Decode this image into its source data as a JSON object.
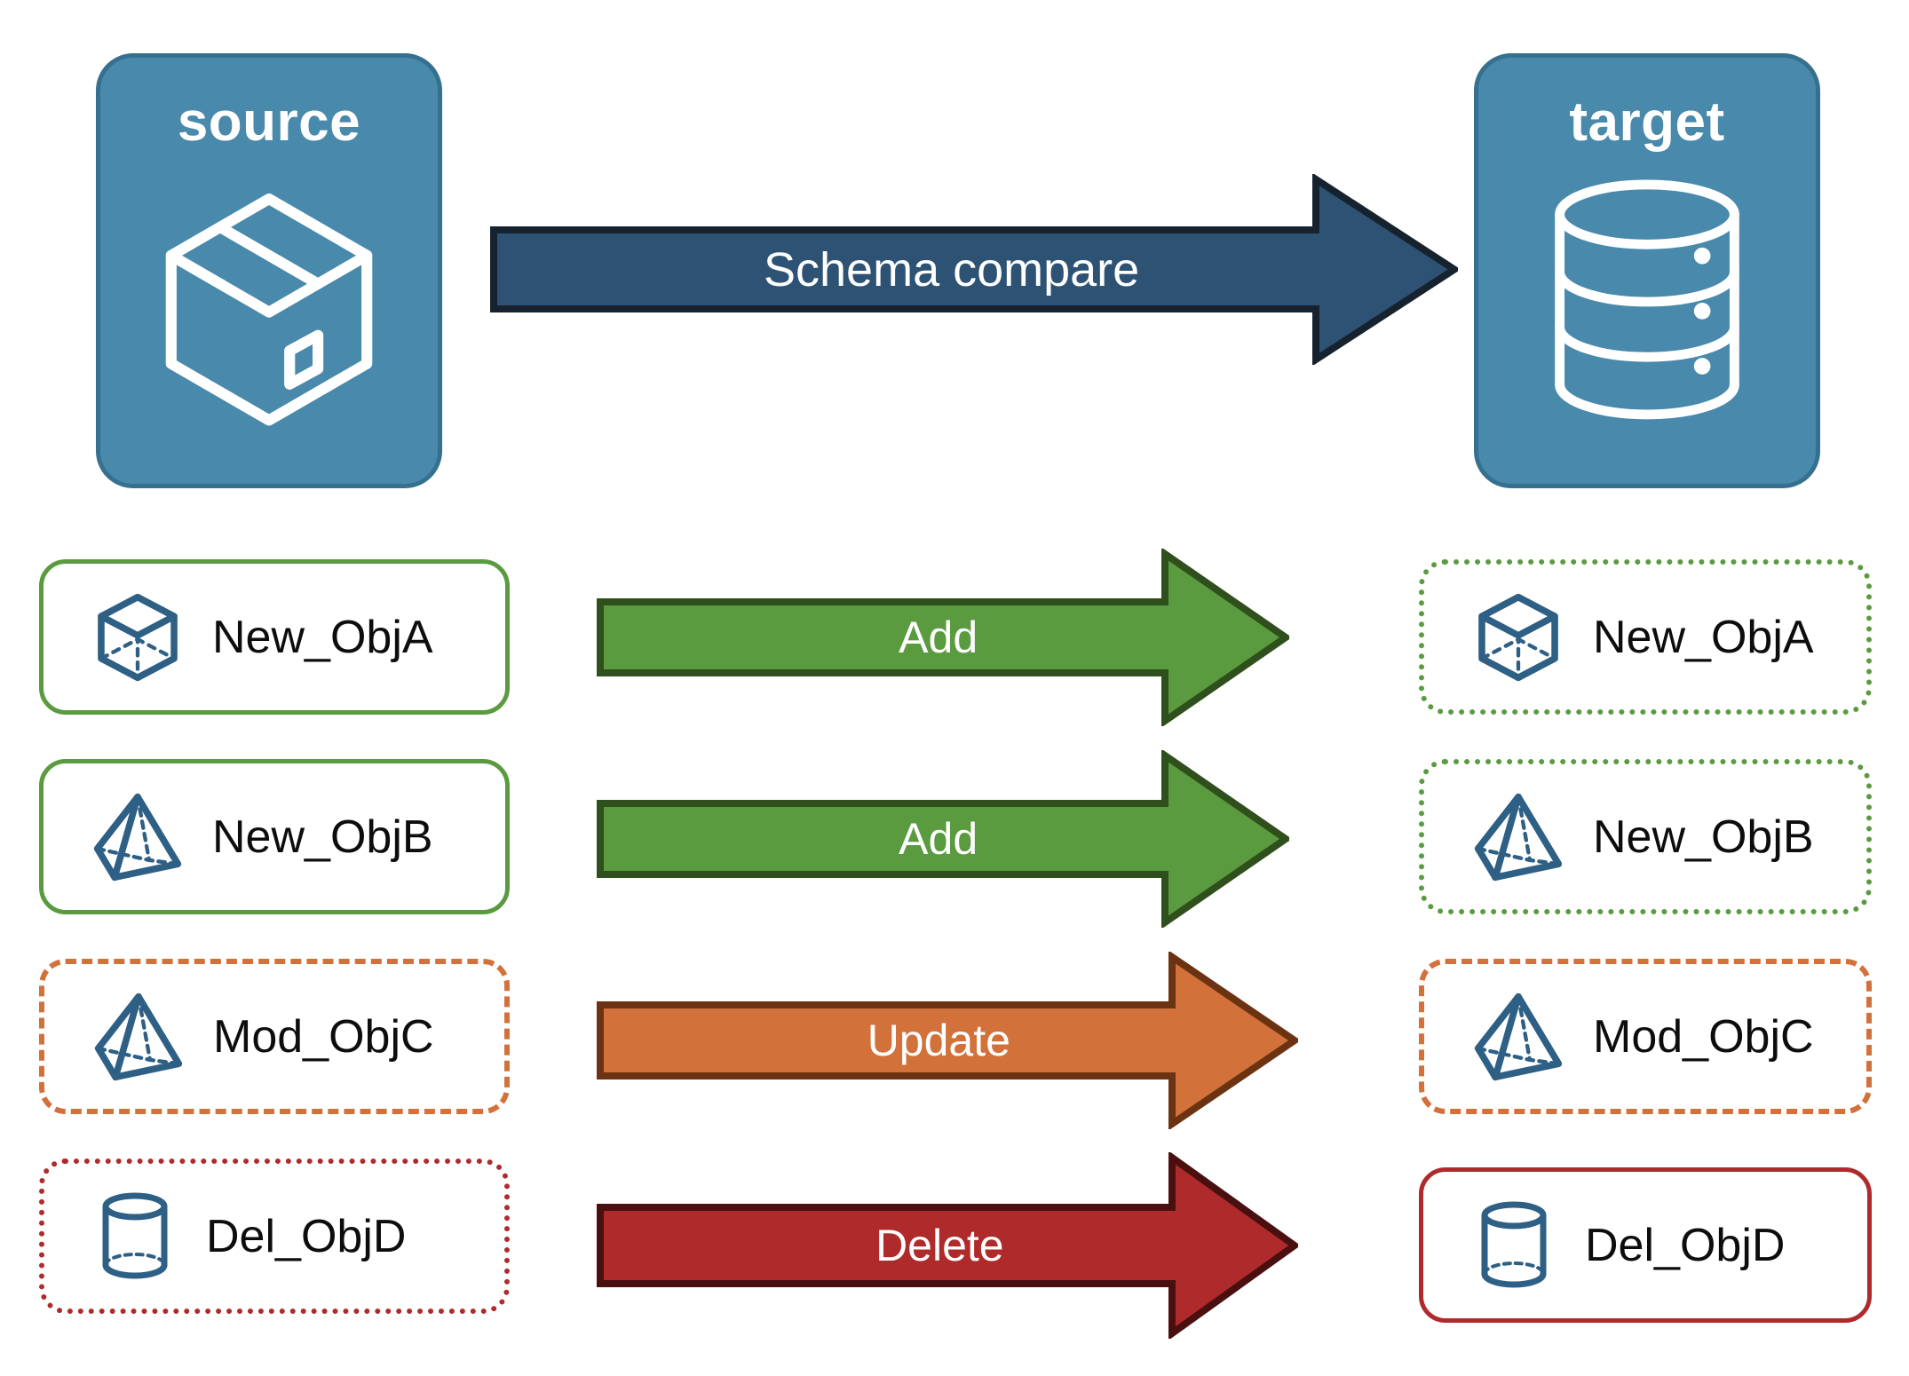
{
  "diagram": {
    "title_hidden": "",
    "endpoints": [
      {
        "id": "source",
        "label": "source",
        "icon": "box-package-icon"
      },
      {
        "id": "target",
        "label": "target",
        "icon": "database-cylinder-icon"
      }
    ],
    "main_arrow": {
      "label": "Schema compare",
      "color": "#2D5274",
      "outline": "#1B2A3A",
      "icon": "arrow-right-icon"
    },
    "rows": [
      {
        "action": "Add",
        "arrow_color": "#5B9B40",
        "arrow_outline": "#2F4F1C",
        "source": {
          "label": "New_ObjA",
          "icon": "cube-wireframe-icon",
          "border_style": "solid",
          "border_color": "#5B9B40"
        },
        "target": {
          "label": "New_ObjA",
          "icon": "cube-wireframe-icon",
          "border_style": "dotted",
          "border_color": "#5B9B40"
        }
      },
      {
        "action": "Add",
        "arrow_color": "#5B9B40",
        "arrow_outline": "#2F4F1C",
        "source": {
          "label": "New_ObjB",
          "icon": "pyramid-wireframe-icon",
          "border_style": "solid",
          "border_color": "#5B9B40"
        },
        "target": {
          "label": "New_ObjB",
          "icon": "pyramid-wireframe-icon",
          "border_style": "dotted",
          "border_color": "#5B9B40"
        }
      },
      {
        "action": "Update",
        "arrow_color": "#D2713A",
        "arrow_outline": "#6B3312",
        "source": {
          "label": "Mod_ObjC",
          "icon": "pyramid-wireframe-icon",
          "border_style": "dashed",
          "border_color": "#D2713A"
        },
        "target": {
          "label": "Mod_ObjC",
          "icon": "pyramid-wireframe-icon",
          "border_style": "dashed",
          "border_color": "#D2713A"
        }
      },
      {
        "action": "Delete",
        "arrow_color": "#AF2B2B",
        "arrow_outline": "#4A1010",
        "source": {
          "label": "Del_ObjD",
          "icon": "cylinder-wireframe-icon",
          "border_style": "dotted",
          "border_color": "#AF2B2B"
        },
        "target": {
          "label": "Del_ObjD",
          "icon": "cylinder-wireframe-icon",
          "border_style": "solid",
          "border_color": "#AF2B2B"
        }
      }
    ],
    "colors": {
      "endpoint_fill": "#4889AC",
      "endpoint_stroke": "#36708F",
      "icon_stroke": "#2E5F85",
      "add": "#5B9B40",
      "update": "#D2713A",
      "delete": "#AF2B2B",
      "compare": "#2D5274",
      "text": "#0D0D0D",
      "background": "#FFFFFF"
    }
  }
}
